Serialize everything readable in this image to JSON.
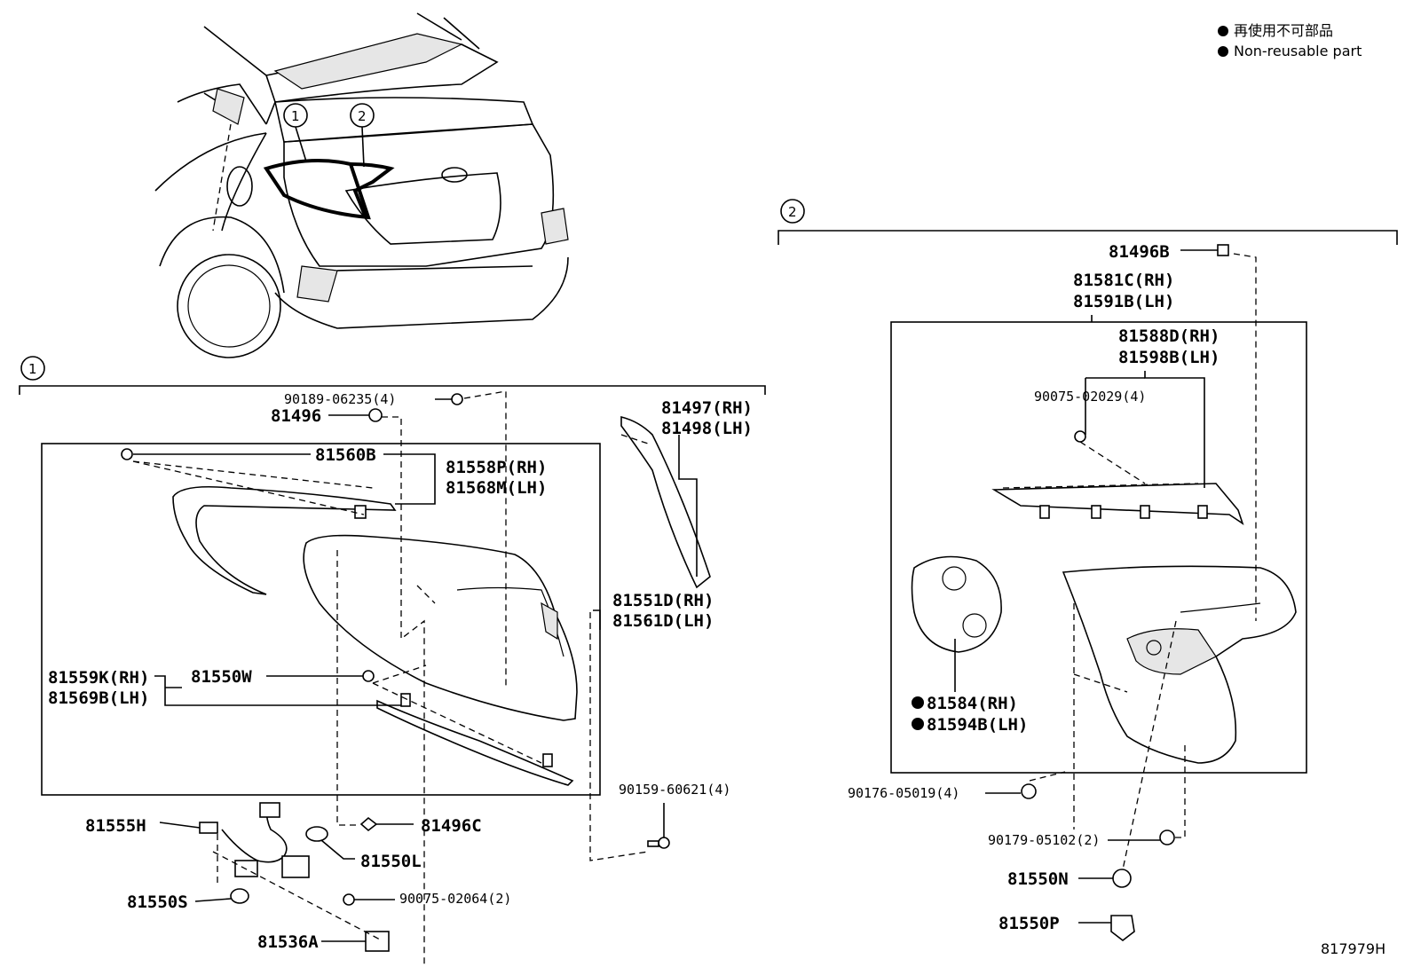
{
  "legend": {
    "jp": "再使用不可部品",
    "en": "Non-reusable part"
  },
  "figure_id": "817979H",
  "callouts": {
    "one": "1",
    "two": "2"
  },
  "group1": {
    "number": "1",
    "labels": {
      "p90189_06235": "90189-06235(4)",
      "p81496": "81496",
      "p81497": "81497(RH)",
      "p81498": "81498(LH)",
      "p81560B": "81560B",
      "p81558P": "81558P(RH)",
      "p81568M": "81568M(LH)",
      "p81551D": "81551D(RH)",
      "p81561D": "81561D(LH)",
      "p81559K": "81559K(RH)",
      "p81569B": "81569B(LH)",
      "p81550W": "81550W",
      "p90159_60621": "90159-60621(4)",
      "p81555H": "81555H",
      "p81496C": "81496C",
      "p81550L": "81550L",
      "p90075_02064": "90075-02064(2)",
      "p81550S": "81550S",
      "p81536A": "81536A"
    }
  },
  "group2": {
    "number": "2",
    "labels": {
      "p81496B": "81496B",
      "p81581C": "81581C(RH)",
      "p81591B": "81591B(LH)",
      "p81588D": "81588D(RH)",
      "p81598B": "81598B(LH)",
      "p90075_02029": "90075-02029(4)",
      "p81584": "81584(RH)",
      "p81594B": "81594B(LH)",
      "p90176_05019": "90176-05019(4)",
      "p90179_05102": "90179-05102(2)",
      "p81550N": "81550N",
      "p81550P": "81550P"
    }
  }
}
